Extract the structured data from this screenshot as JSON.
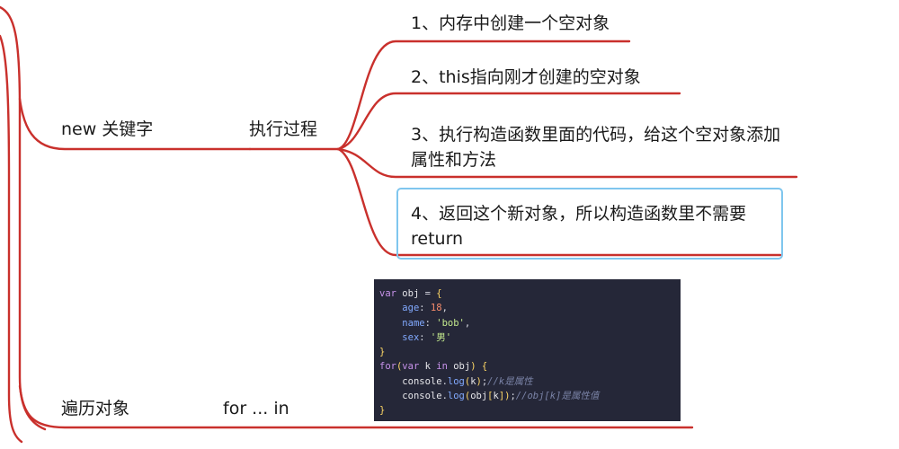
{
  "mindmap": {
    "branch_new": {
      "label": "new 关键字",
      "child": "执行过程",
      "steps": [
        "1、内存中创建一个空对象",
        "2、this指向刚才创建的空对象",
        "3、执行构造函数里面的代码，给这个空对象添加属性和方法",
        "4、返回这个新对象，所以构造函数里不需要return"
      ]
    },
    "branch_iterate": {
      "label": "遍历对象",
      "child": "for ... in"
    }
  },
  "code_snippet": {
    "lines": [
      "var obj = {",
      "    age: 18,",
      "    name: 'bob',",
      "    sex: '男'",
      "}",
      "for(var k in obj) {",
      "    console.log(k);//k是属性",
      "    console.log(obj[k]);//obj[k]是属性值",
      "}"
    ]
  },
  "colors": {
    "branch_line": "#c9302c",
    "selection": "#7fc6ee",
    "code_bg": "#252738"
  }
}
